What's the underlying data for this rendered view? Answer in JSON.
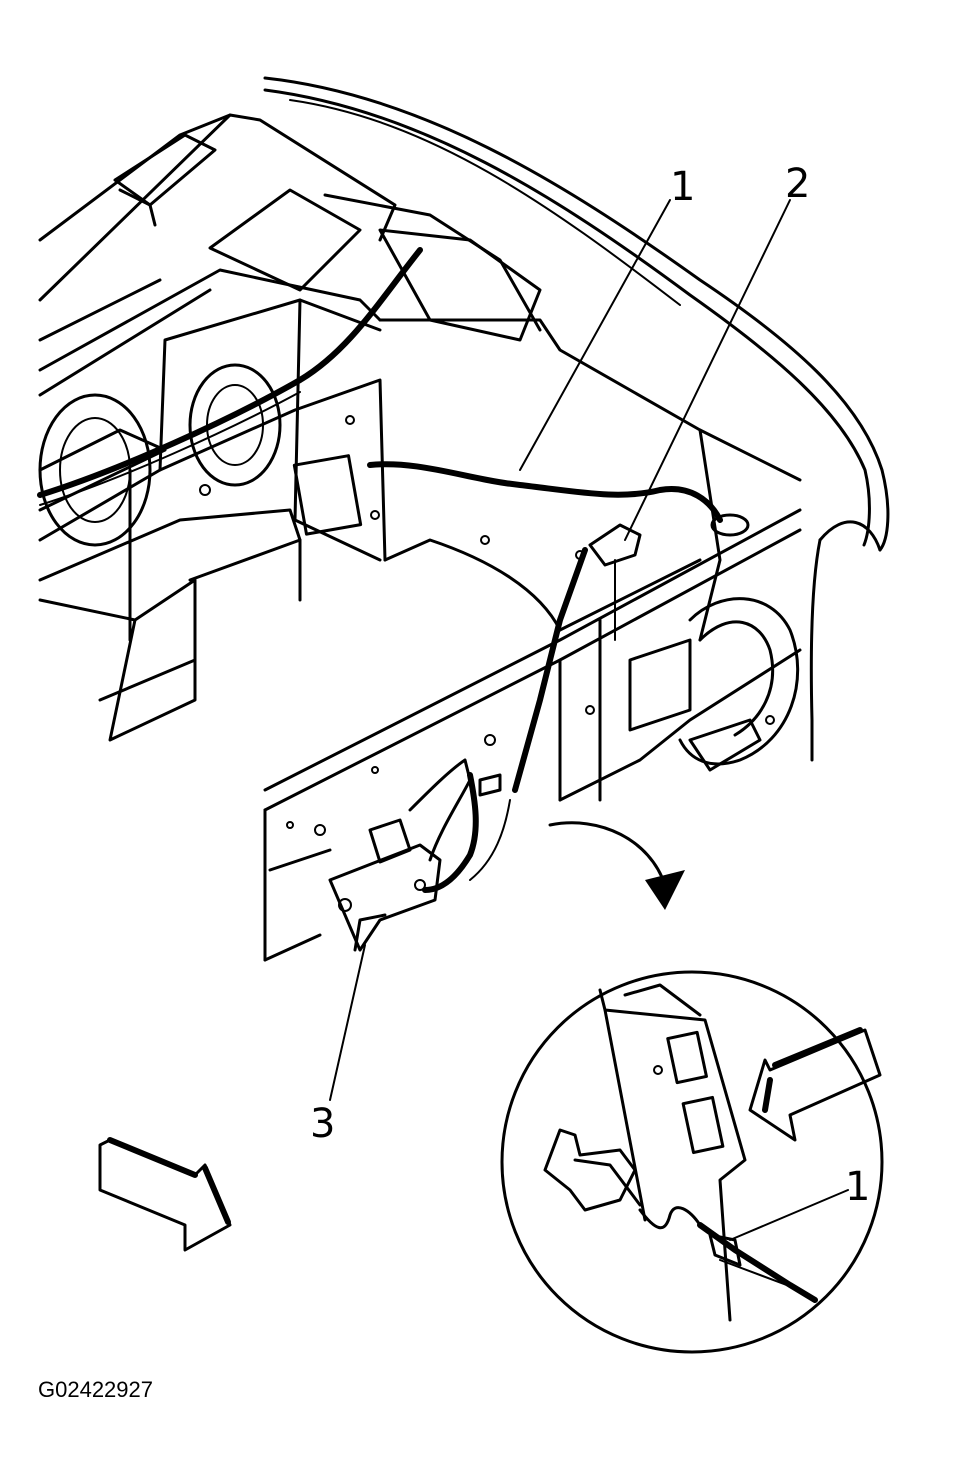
{
  "callouts": [
    "1",
    "2",
    "3",
    "1"
  ],
  "figure_id": "G02422927"
}
